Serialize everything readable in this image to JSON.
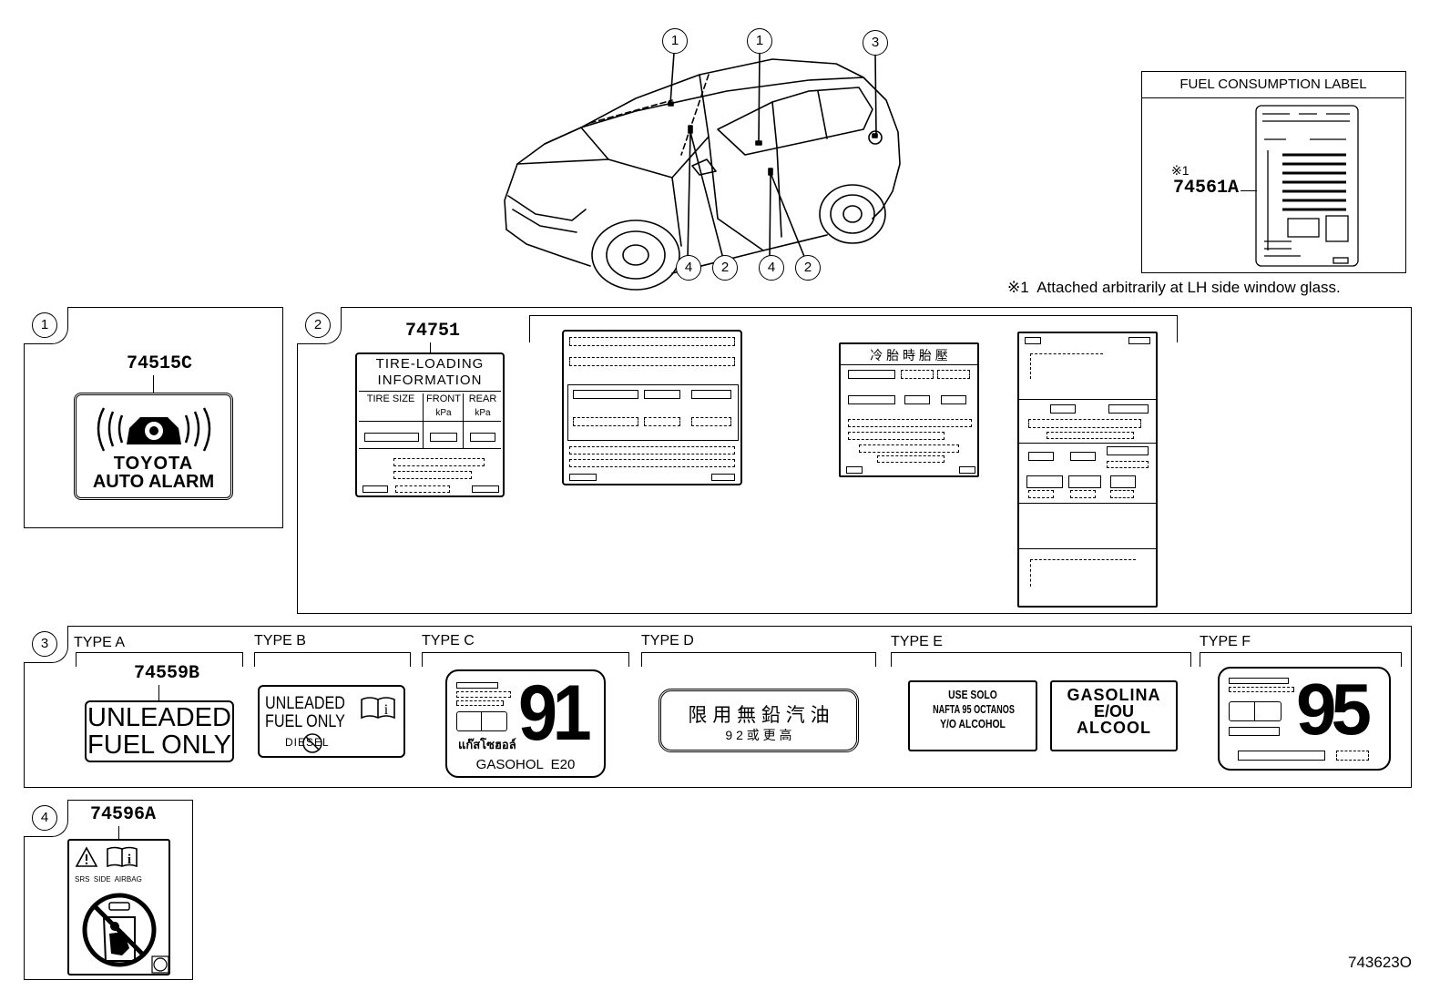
{
  "callouts": {
    "n1": "1",
    "n2": "2",
    "n3": "3",
    "n4": "4"
  },
  "fuel_label": {
    "title": "FUEL CONSUMPTION LABEL",
    "ref_mark": "※1",
    "part_no": "74561A",
    "footnote": "※1  Attached arbitrarily at LH side window glass."
  },
  "panel1": {
    "part_no": "74515C",
    "line1": "TOYOTA",
    "line2": "AUTO ALARM"
  },
  "panel2": {
    "part_no": "74751",
    "tire_title1": "TIRE-LOADING",
    "tire_title2": "INFORMATION",
    "col_size": "TIRE SIZE",
    "col_front": "FRONT",
    "col_rear": "REAR",
    "unit": "kPa",
    "cjk_title": "冷 胎 時 胎 壓"
  },
  "panel3": {
    "type_a": "TYPE A",
    "type_b": "TYPE B",
    "type_c": "TYPE C",
    "type_d": "TYPE D",
    "type_e": "TYPE E",
    "type_f": "TYPE F",
    "part_no": "74559B",
    "a_line1": "UNLEADED",
    "a_line2": "FUEL ONLY",
    "b_line1": "UNLEADED",
    "b_line2": "FUEL ONLY",
    "b_diesel": "DIESEL",
    "c_number": "91",
    "c_thai": "แก๊สโซฮอล์",
    "c_gasohol": "GASOHOL  E20",
    "d_line1": "限 用 無 鉛 汽 油",
    "d_line2": "9 2 或 更 高",
    "e1_line1": "USE SOLO",
    "e1_line2": "NAFTA 95 OCTANOS",
    "e1_line3": "Y/O ALCOHOL",
    "e2_line1": "GASOLINA",
    "e2_line2": "E/OU",
    "e2_line3": "ALCOOL",
    "f_number": "95"
  },
  "panel4": {
    "part_no": "74596A",
    "srs_text": "SRS  SIDE  AIRBAG"
  },
  "figure_code": "743623O"
}
